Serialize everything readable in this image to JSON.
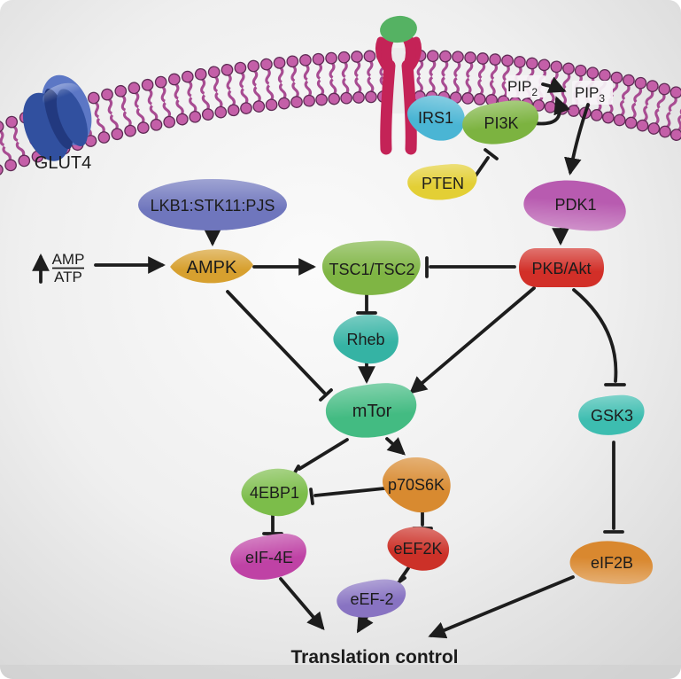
{
  "figure": {
    "description": "Insulin / energy-status signalling pathway converging on translation control",
    "bottom_caption": "Translation control"
  },
  "style": {
    "bg_center": "#fbfbfb",
    "bg_edge": "#d8d8d8",
    "edge_color": "#1d1d1d"
  },
  "membrane": {
    "name": "plasma-membrane",
    "head_fill": "#c45fa8",
    "head_stroke": "#5f2b55",
    "tail_color": "#a84c92"
  },
  "receptor": {
    "name": "insulin-receptor",
    "body_color": "#c42357",
    "ligand_color": "#55b263"
  },
  "glut4": {
    "label": "GLUT4",
    "color_dark": "#22397f",
    "color_mid": "#31509f",
    "color_light": "#5c77c5"
  },
  "ratio": {
    "numerator": "AMP",
    "denominator": "ATP"
  },
  "pip2": {
    "base": "PIP",
    "sub": "2"
  },
  "pip3": {
    "base": "PIP",
    "sub": "3"
  },
  "nodes": {
    "lkb1": {
      "label": "LKB1:STK11:PJS",
      "color": "#6f76bd"
    },
    "ampk": {
      "label": "AMPK",
      "color": "#d7a02f"
    },
    "irs1": {
      "label": "IRS1",
      "color": "#4ab5d4"
    },
    "pi3k": {
      "label": "PI3K",
      "color": "#7cb340"
    },
    "pten": {
      "label": "PTEN",
      "color": "#e3cf35"
    },
    "pdk1": {
      "label": "PDK1",
      "color": "#b85bb0"
    },
    "pkb": {
      "label": "PKB/Akt",
      "color": "#d22f28"
    },
    "tsc": {
      "label": "TSC1/TSC2",
      "color": "#7fb544"
    },
    "rheb": {
      "label": "Rheb",
      "color": "#35b3a4"
    },
    "mtor": {
      "label": "mTor",
      "color": "#43bb82"
    },
    "gsk3": {
      "label": "GSK3",
      "color": "#3dbdb0"
    },
    "e4ebp1": {
      "label": "4EBP1",
      "color": "#7cbd4a"
    },
    "p70s6k": {
      "label": "p70S6K",
      "color": "#d88a30"
    },
    "eif4e": {
      "label": "eIF-4E",
      "color": "#bf42a5"
    },
    "eef2k": {
      "label": "eEF2K",
      "color": "#cc3128"
    },
    "eef2": {
      "label": "eEF-2",
      "color": "#8873c2"
    },
    "eif2b": {
      "label": "eIF2B",
      "color": "#d9882f"
    }
  },
  "edges": [
    {
      "from": "PIP2",
      "to": "PIP3",
      "type": "conversion"
    },
    {
      "from": "PI3K",
      "to": "PIP2>PIP3",
      "type": "catalyzes"
    },
    {
      "from": "PTEN",
      "to": "PI3K",
      "type": "inhibits"
    },
    {
      "from": "PIP3",
      "to": "PDK1",
      "type": "activates"
    },
    {
      "from": "PDK1",
      "to": "PKB/Akt",
      "type": "activates"
    },
    {
      "from": "LKB1:STK11:PJS",
      "to": "AMPK",
      "type": "activates"
    },
    {
      "from": "AMP/ATP ratio rise",
      "to": "AMPK",
      "type": "activates"
    },
    {
      "from": "AMPK",
      "to": "TSC1/TSC2",
      "type": "activates"
    },
    {
      "from": "AMPK",
      "to": "mTor",
      "type": "inhibits"
    },
    {
      "from": "PKB/Akt",
      "to": "TSC1/TSC2",
      "type": "inhibits"
    },
    {
      "from": "TSC1/TSC2",
      "to": "Rheb",
      "type": "inhibits"
    },
    {
      "from": "Rheb",
      "to": "mTor",
      "type": "activates"
    },
    {
      "from": "PKB/Akt",
      "to": "mTor",
      "type": "activates"
    },
    {
      "from": "PKB/Akt",
      "to": "GSK3",
      "type": "inhibits"
    },
    {
      "from": "mTor",
      "to": "4EBP1",
      "type": "inhibits"
    },
    {
      "from": "mTor",
      "to": "p70S6K",
      "type": "activates"
    },
    {
      "from": "p70S6K",
      "to": "4EBP1",
      "type": "inhibits"
    },
    {
      "from": "4EBP1",
      "to": "eIF-4E",
      "type": "inhibits"
    },
    {
      "from": "p70S6K",
      "to": "eEF2K",
      "type": "inhibits"
    },
    {
      "from": "eEF2K",
      "to": "eEF-2",
      "type": "inhibits"
    },
    {
      "from": "GSK3",
      "to": "eIF2B",
      "type": "inhibits"
    },
    {
      "from": "eIF-4E",
      "to": "Translation control",
      "type": "activates"
    },
    {
      "from": "eEF-2",
      "to": "Translation control",
      "type": "activates"
    },
    {
      "from": "eIF2B",
      "to": "Translation control",
      "type": "activates"
    }
  ]
}
